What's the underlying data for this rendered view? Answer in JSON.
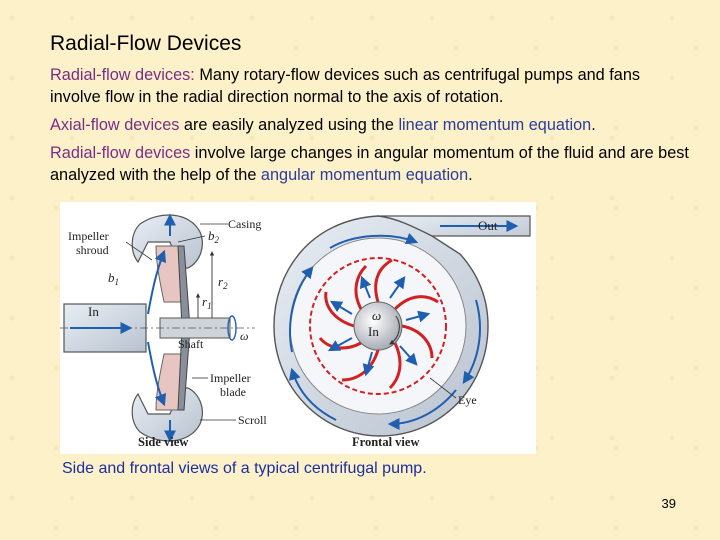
{
  "slide": {
    "title": "Radial-Flow Devices",
    "page_number": "39",
    "colors": {
      "term": "#7b2d86",
      "equation": "#2a3c9c",
      "caption": "#1a2ea0",
      "background": "#fdf1c9"
    }
  },
  "paragraphs": {
    "p1": {
      "term": "Radial-flow devices:",
      "text": " Many rotary-flow devices such as centrifugal pumps and fans involve flow in the radial direction normal to the axis of rotation."
    },
    "p2": {
      "term": "Axial-flow devices",
      "text_before": " are easily analyzed using the ",
      "equation": "linear momentum equation",
      "text_after": "."
    },
    "p3": {
      "term": "Radial-flow devices",
      "text_before": " involve large changes in angular momentum of the fluid and are best analyzed with the help of the ",
      "equation": "angular momentum equation",
      "text_after": "."
    }
  },
  "figure": {
    "caption": "Side and frontal views of a typical centrifugal pump.",
    "side_view": {
      "label": "Side view",
      "impeller_shroud_1": "Impeller",
      "impeller_shroud_2": "shroud",
      "casing": "Casing",
      "b2": "b",
      "b2_sub": "2",
      "b1": "b",
      "b1_sub": "1",
      "r2": "r",
      "r2_sub": "2",
      "r1": "r",
      "r1_sub": "1",
      "inlet": "In",
      "shaft": "Shaft",
      "omega": "ω",
      "impeller_blade_1": "Impeller",
      "impeller_blade_2": "blade",
      "scroll": "Scroll"
    },
    "frontal_view": {
      "label": "Frontal view",
      "outlet": "Out",
      "omega": "ω",
      "inlet": "In",
      "eye": "Eye"
    }
  }
}
